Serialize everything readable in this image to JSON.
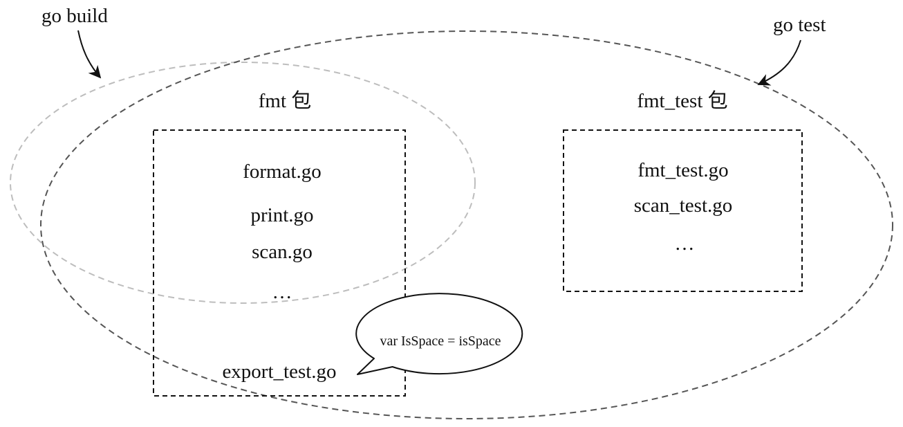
{
  "labels": {
    "go_build": "go build",
    "go_test": "go test"
  },
  "fmt_package": {
    "title": "fmt 包",
    "files": [
      "format.go",
      "print.go",
      "scan.go",
      "…"
    ],
    "export_file": "export_test.go"
  },
  "fmt_test_package": {
    "title": "fmt_test 包",
    "files": [
      "fmt_test.go",
      "scan_test.go",
      "…"
    ]
  },
  "callout": {
    "text": "var IsSpace = isSpace"
  },
  "colors": {
    "go_build_ellipse": "#bdbdbd",
    "go_test_ellipse": "#555555",
    "box_border": "#111111"
  }
}
